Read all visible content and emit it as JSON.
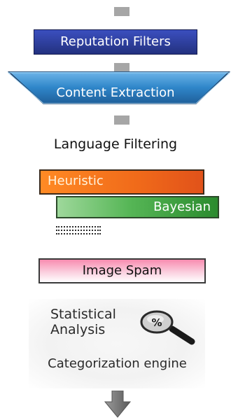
{
  "steps": {
    "reputation_filters": "Reputation Filters",
    "content_extraction": "Content Extraction",
    "language_filtering": "Language Filtering",
    "heuristic": "Heuristic",
    "bayesian": "Bayesian",
    "image_spam": "Image Spam",
    "statistical_analysis": "Statistical\nAnalysis",
    "categorization_engine": "Categorization engine"
  },
  "icons": {
    "magnifier": "magnifying-glass-percent-icon",
    "arrow": "down-arrow-icon"
  },
  "colors": {
    "connector": "#a6a6a6",
    "reputation": "#2f3fa0",
    "content_extraction": "#2d7fc1",
    "heuristic": "#f07a22",
    "bayesian": "#3e9e40",
    "image_spam": "#f88cb0",
    "arrow": "#7a7a7a"
  }
}
